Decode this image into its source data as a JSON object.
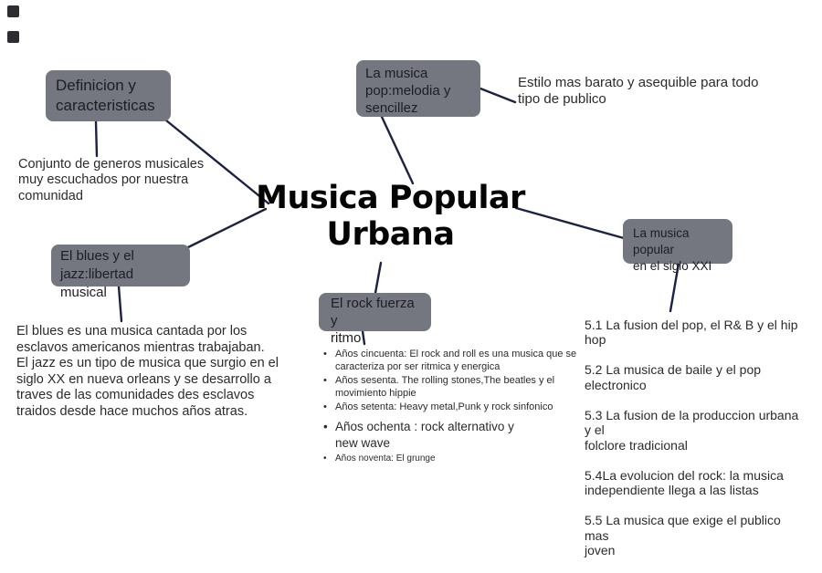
{
  "title": "Musica Popular\nUrbana",
  "colors": {
    "node_fill": "#74777f",
    "node_text": "#1d1d25",
    "connector": "#1b2340",
    "body_text": "#2b2b2b",
    "title_text": "#050505",
    "background": "#ffffff"
  },
  "nodes": {
    "definicion": {
      "label": "Definicion y\ncaracteristicas",
      "note": "Conjunto de generos musicales\nmuy escuchados por nuestra\ncomunidad"
    },
    "pop": {
      "label": "La musica\npop:melodia y\nsencillez",
      "note": "Estilo mas barato y asequible para todo\ntipo de publico"
    },
    "blues": {
      "label": "El blues y el\njazz:libertad musical",
      "note": "El blues es una musica cantada por los\nesclavos americanos mientras trabajaban.\nEl jazz es un tipo de musica que surgio en el\nsiglo XX en nueva orleans y se desarrollo a\ntraves de las comunidades des esclavos\ntraidos desde hace muchos años atras."
    },
    "rock": {
      "label": "El rock fuerza y\nritmo",
      "notes": [
        "Años cincuenta: El rock and roll es una musica que se\ncaracteriza por ser ritmica y energica",
        "Años sesenta. The rolling stones,The beatles y el\nmovimiento hippie",
        "Años setenta: Heavy metal,Punk y rock sinfonico",
        "Años ochenta : rock alternativo y\nnew wave",
        "Años noventa: El grunge"
      ]
    },
    "siglo21": {
      "label": "La musica popular\nen el siglo XXI",
      "notes": [
        "5.1 La fusion del pop, el R& B y el hip hop",
        "5.2 La musica de baile y el pop electronico",
        "5.3 La fusion de la produccion urbana y el\nfolclore tradicional",
        "5.4La evolucion del rock: la musica\nindependiente llega a las listas",
        "5.5 La musica que exige el publico mas\njoven"
      ]
    }
  }
}
